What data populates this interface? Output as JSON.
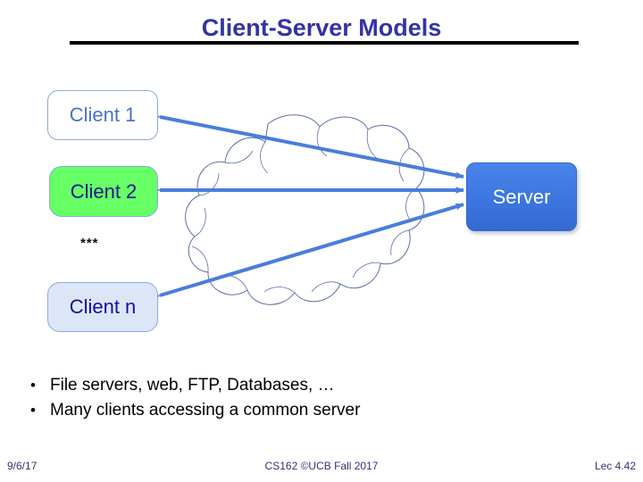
{
  "slide": {
    "title": "Client-Server Models",
    "ellipsis": "***"
  },
  "nodes": {
    "client1": {
      "label": "Client 1",
      "fill": "#ffffff",
      "text_color": "#4a6fd0"
    },
    "client2": {
      "label": "Client 2",
      "fill": "#66ff66",
      "text_color": "#1a1a8c"
    },
    "clientn": {
      "label": "Client n",
      "fill": "#dce6f7",
      "text_color": "#11119e"
    },
    "server": {
      "label": "Server",
      "fill": "#3b76e0",
      "text_color": "#ffffff"
    }
  },
  "network": {
    "shape": "cloud",
    "outline_color": "#5b6fa8",
    "arrow_color": "#4a7ddc",
    "connections": [
      {
        "from": "client1",
        "to": "server",
        "style": "double-arrow"
      },
      {
        "from": "client2",
        "to": "server",
        "style": "double-arrow"
      },
      {
        "from": "clientn",
        "to": "server",
        "style": "double-arrow"
      }
    ]
  },
  "bullets": [
    {
      "marker": "•",
      "text": "File servers, web, FTP, Databases, …"
    },
    {
      "marker": "•",
      "text": "Many clients accessing a common server"
    }
  ],
  "footer": {
    "left": "9/6/17",
    "center": "CS162 ©UCB Fall 2017",
    "right": "Lec 4.42",
    "color": "#33337a"
  }
}
